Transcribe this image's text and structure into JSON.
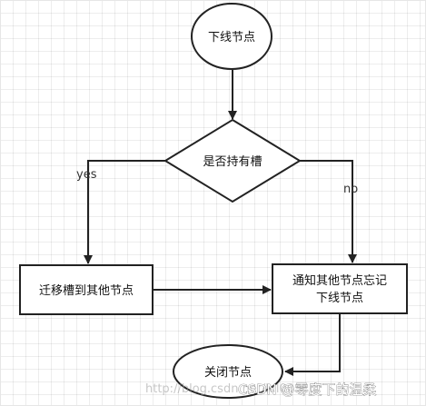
{
  "nodes": {
    "start": "下线节点",
    "decision": "是否持有槽",
    "migrate": "迁移槽到其他节点",
    "notify_line1": "通知其他节点忘记",
    "notify_line2": "下线节点",
    "end": "关闭节点"
  },
  "edges": {
    "yes_label": "yes",
    "no_label": "no"
  },
  "watermark": {
    "faint_url": "http://blog.csdn.net/lol00",
    "brand": "CSDN @零度下的温柔"
  }
}
